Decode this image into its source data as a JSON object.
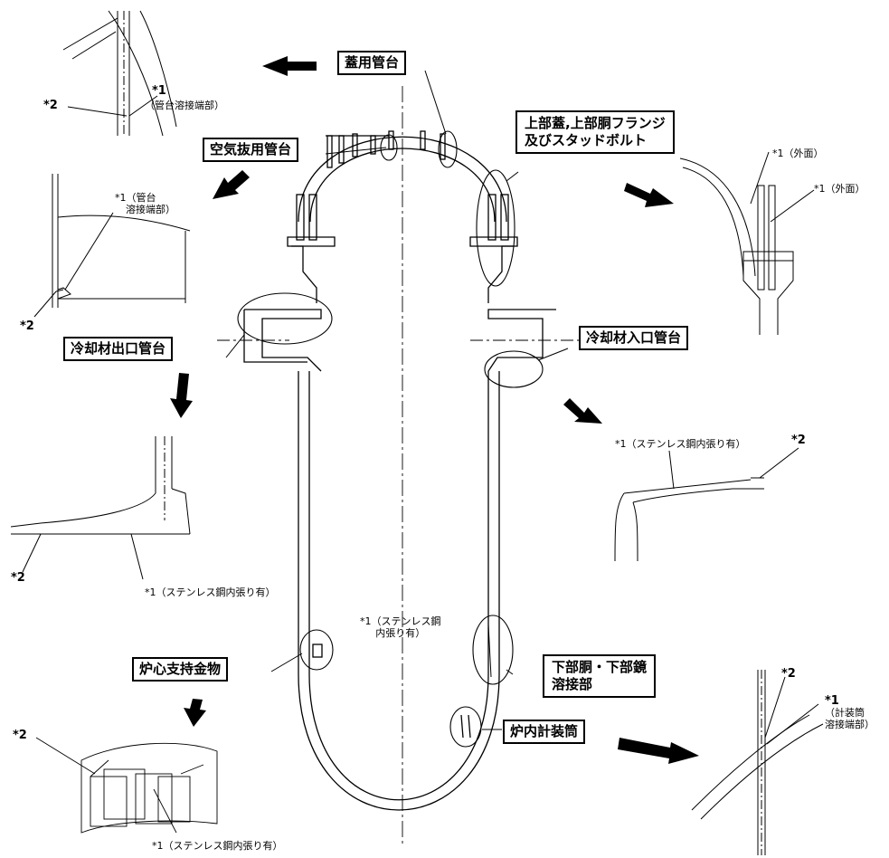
{
  "components": {
    "lid_nozzle": "蓋用管台",
    "air_vent_nozzle": "空気抜用管台",
    "upper_head_line1": "上部蓋,上部胴フランジ",
    "upper_head_line2": "及びスタッドボルト",
    "outlet_nozzle": "冷却材出口管台",
    "inlet_nozzle": "冷却材入口管台",
    "core_support": "炉心支持金物",
    "lower_weld_line1": "下部胴・下部鏡",
    "lower_weld_line2": "溶接部",
    "incore_tube": "炉内計装筒"
  },
  "annotations": {
    "a1": "*1",
    "a1_text": "（管台溶接端部）",
    "a2": "*2",
    "b1_line1": "*1（管台",
    "b1_line2": "溶接端部）",
    "b2": "*2",
    "c1a": "*1（外面）",
    "c1b": "*1（外面）",
    "d2": "*2",
    "d1": "*1（ステンレス鋼内張り有）",
    "e1": "*1（ステンレス鋼内張り有）",
    "e2": "*2",
    "f1_line1": "*1（ステンレス鋼",
    "f1_line2": "内張り有）",
    "g2": "*2",
    "g1": "*1（ステンレス鋼内張り有）",
    "h2": "*2",
    "h1": "*1",
    "h1_line2": "（計装筒",
    "h1_line3": "溶接端部）"
  }
}
